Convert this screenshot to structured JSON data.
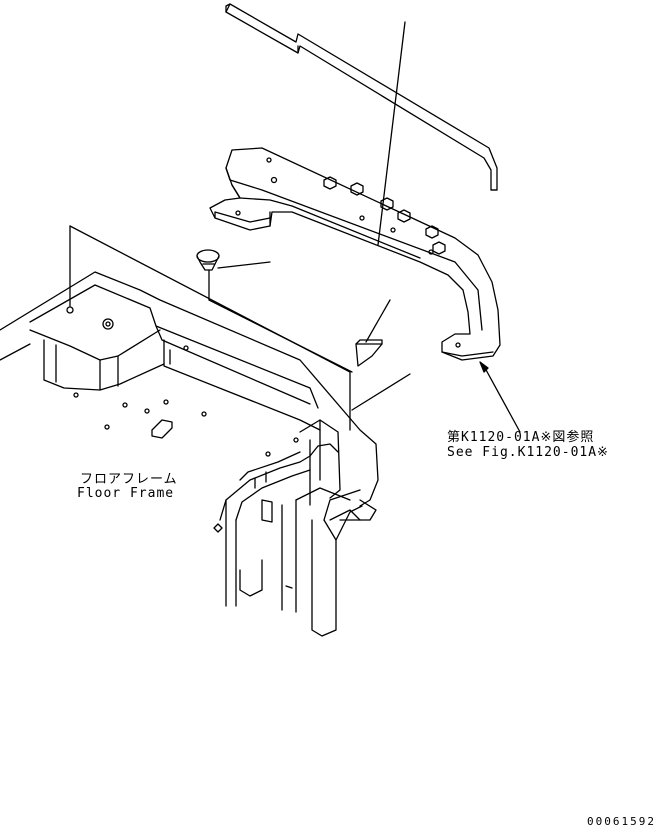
{
  "labels": {
    "ref_jp": "第K1120-01A※図参照",
    "ref_en": "See Fig.K1120-01A※",
    "floor_frame_jp": "フロアフレーム",
    "floor_frame_en": "Floor Frame",
    "drawing_number": "00061592"
  },
  "colors": {
    "line": "#000000",
    "background": "#ffffff"
  }
}
